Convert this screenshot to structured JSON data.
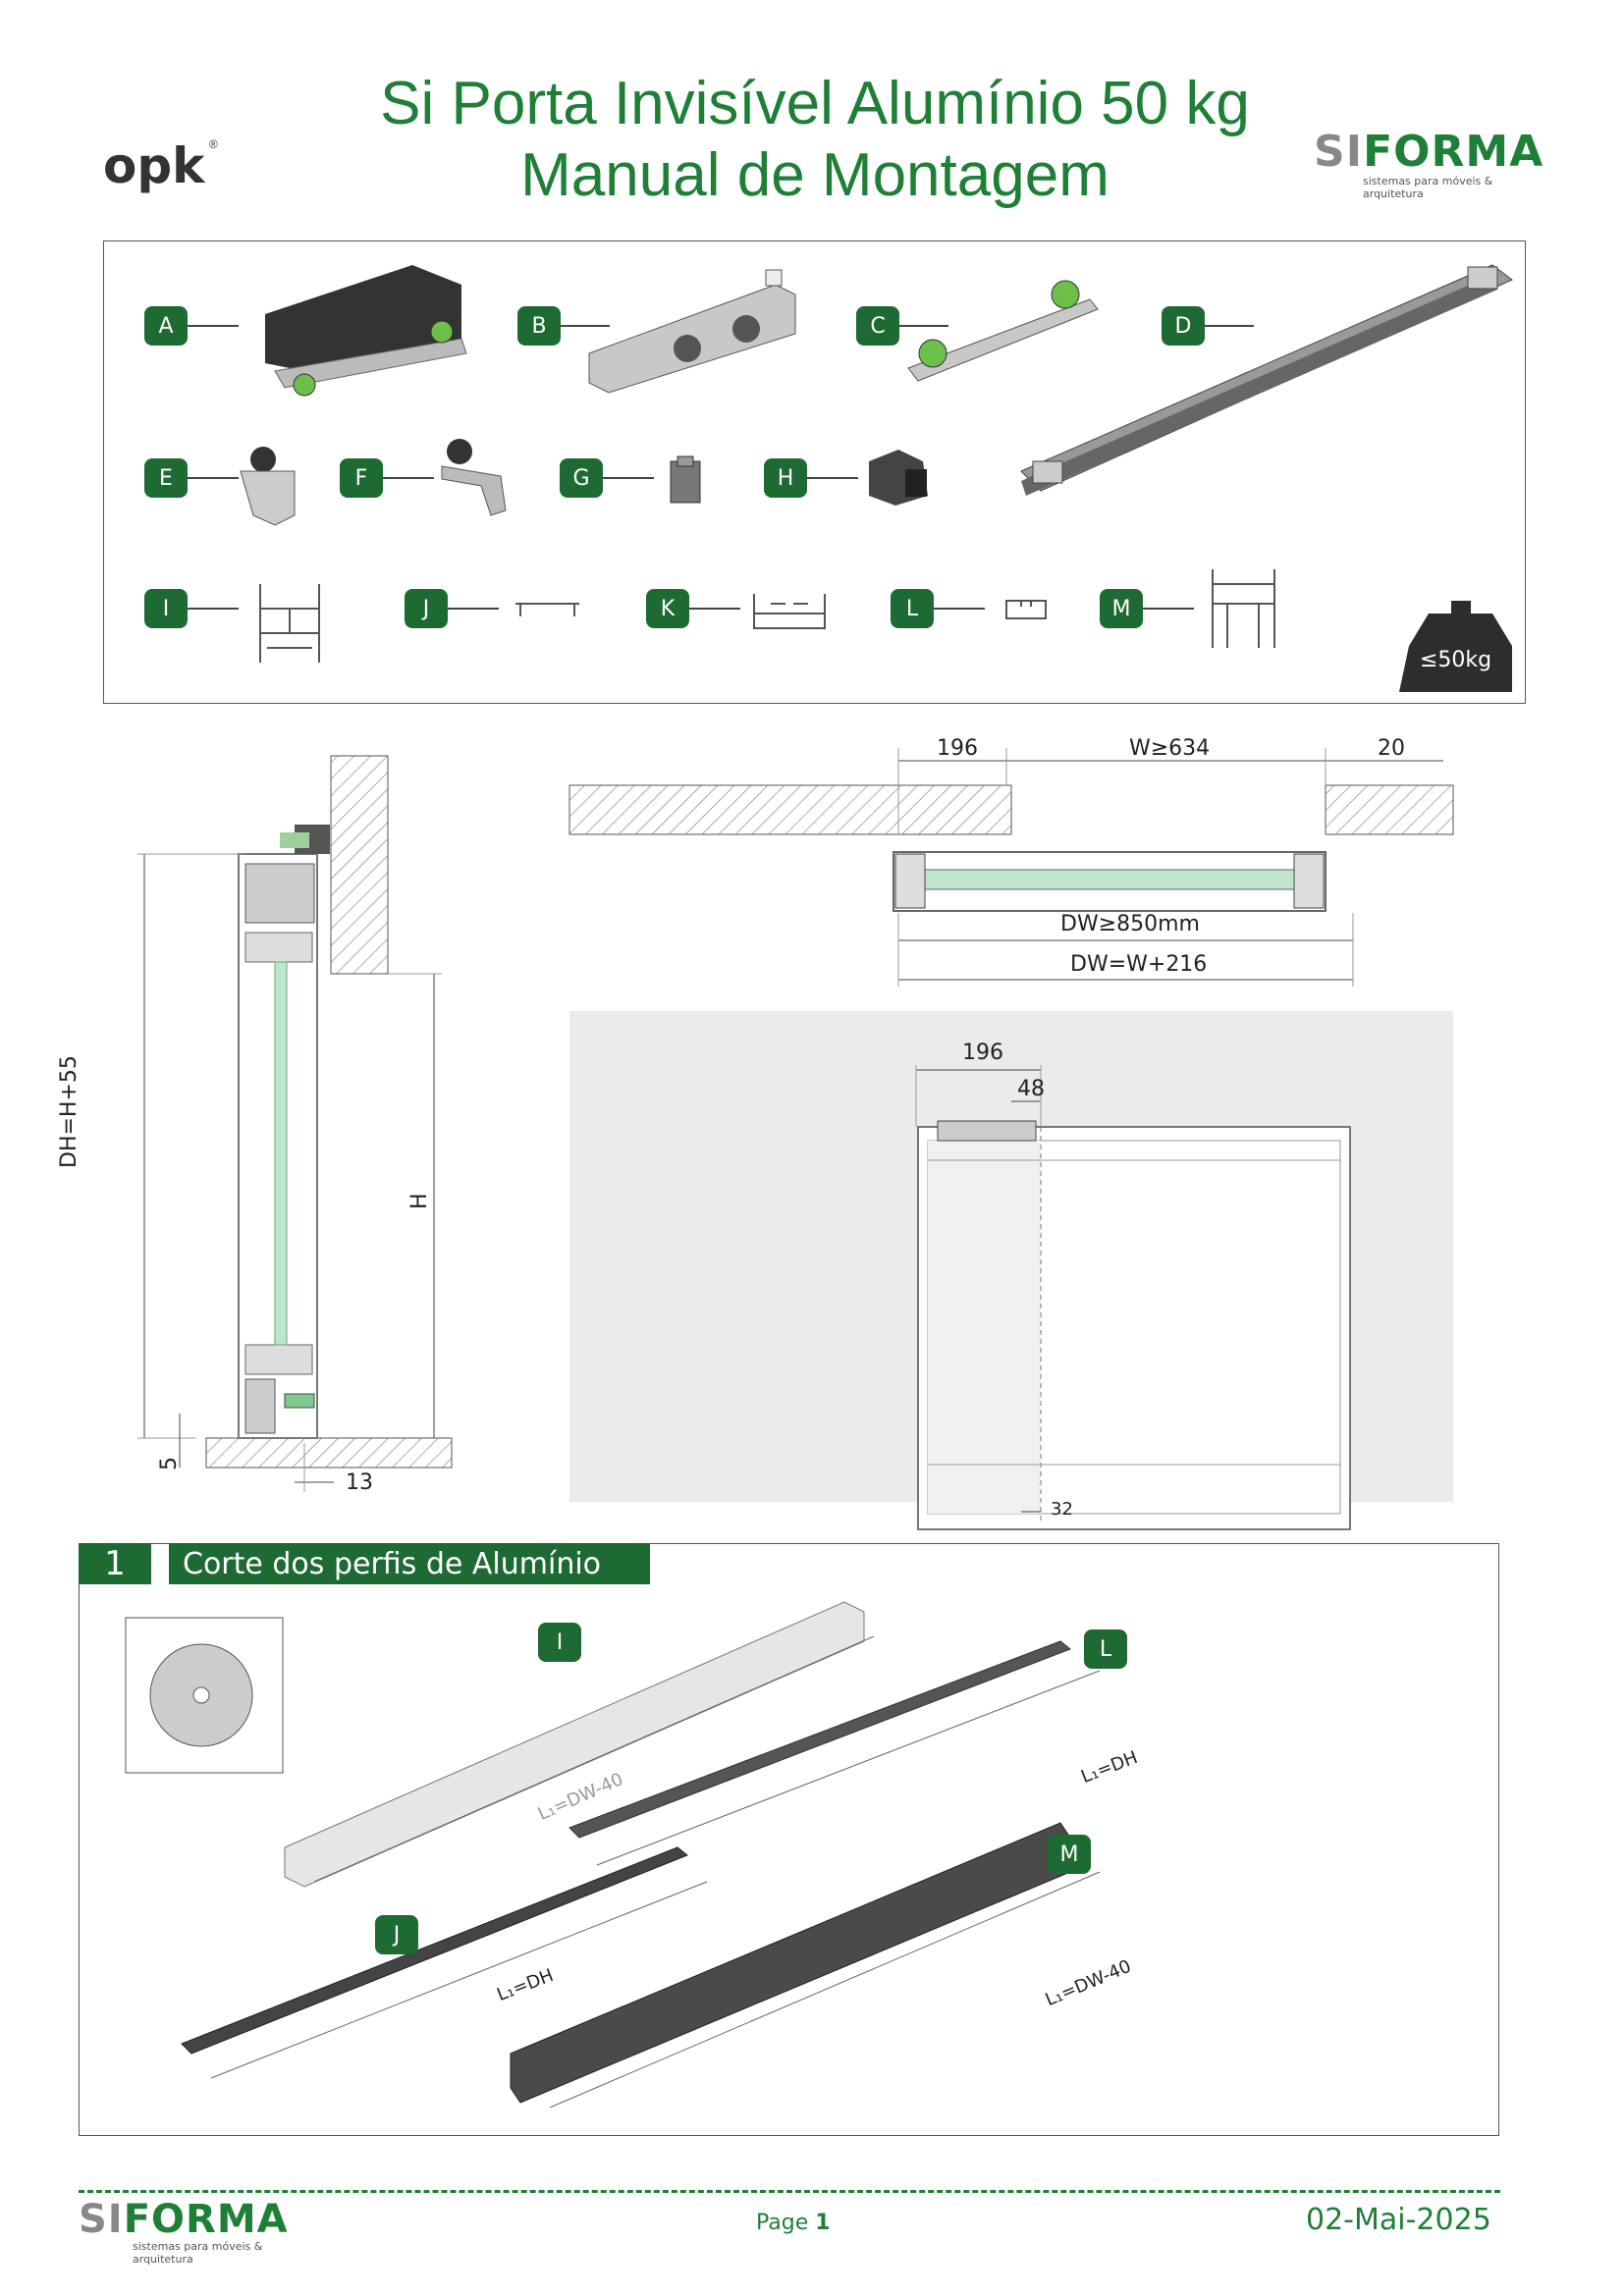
{
  "header": {
    "title_line1": "Si Porta Invisível Alumínio 50 kg",
    "title_line2": "Manual de Montagem",
    "brand_left": "opk",
    "brand_right_si": "SI",
    "brand_right_forma": "FORMA",
    "brand_right_tagline": "sistemas para móveis & arquitetura"
  },
  "parts": {
    "labels": [
      "A",
      "B",
      "C",
      "D",
      "E",
      "F",
      "G",
      "H",
      "I",
      "J",
      "K",
      "L",
      "M"
    ],
    "weight_limit": "≤50kg"
  },
  "dimensions": {
    "side": {
      "dh": "DH=H+55",
      "h": "H",
      "gap": "5",
      "offset": "13"
    },
    "top": {
      "left": "196",
      "width": "W≥634",
      "right": "20",
      "dw_min": "DW≥850mm",
      "dw_formula": "DW=W+216"
    },
    "front": {
      "left": "196",
      "inner": "48",
      "bottom": "32"
    }
  },
  "step": {
    "number": "1",
    "title": "Corte dos perfis de Alumínio",
    "profiles": [
      {
        "label": "I",
        "length": "L₁=DW-40"
      },
      {
        "label": "L",
        "length": "L₁=DH"
      },
      {
        "label": "J",
        "length": "L₁=DH"
      },
      {
        "label": "M",
        "length": "L₁=DW-40"
      }
    ]
  },
  "footer": {
    "page_prefix": "Page",
    "page_number": "1",
    "date": "02-Mai-2025"
  },
  "colors": {
    "brand_green": "#1e7f36",
    "badge_green": "#1d6b33"
  }
}
